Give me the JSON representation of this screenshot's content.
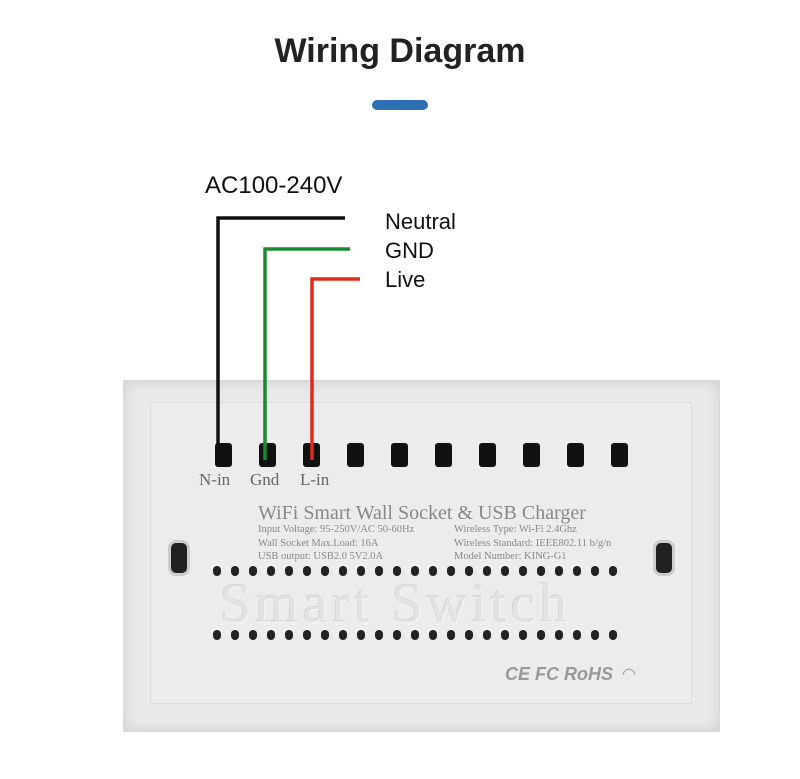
{
  "title": "Wiring Diagram",
  "accent": "#2f6fb8",
  "supply": "AC100-240V",
  "wires": [
    {
      "label": "Neutral",
      "color": "#111111"
    },
    {
      "label": "GND",
      "color": "#1a8a2e"
    },
    {
      "label": "Live",
      "color": "#e02a1a"
    }
  ],
  "terminals": [
    "N-in",
    "Gnd",
    "L-in"
  ],
  "product": {
    "name": "WiFi Smart Wall Socket & USB Charger",
    "specs_left": [
      "Input Voltage: 95-250V/AC 50-60Hz",
      "Wall Socket Max.Load: 16A",
      "USB output: USB2.0  5V2.0A"
    ],
    "specs_right": [
      "Wireless Type: Wi-Fi 2.4Ghz",
      "Wireless Standard: IEEE802.11 b/g/n",
      "Model Number: KING-G1"
    ],
    "embossed": "Smart Switch",
    "certs": "CE FC RoHS"
  }
}
